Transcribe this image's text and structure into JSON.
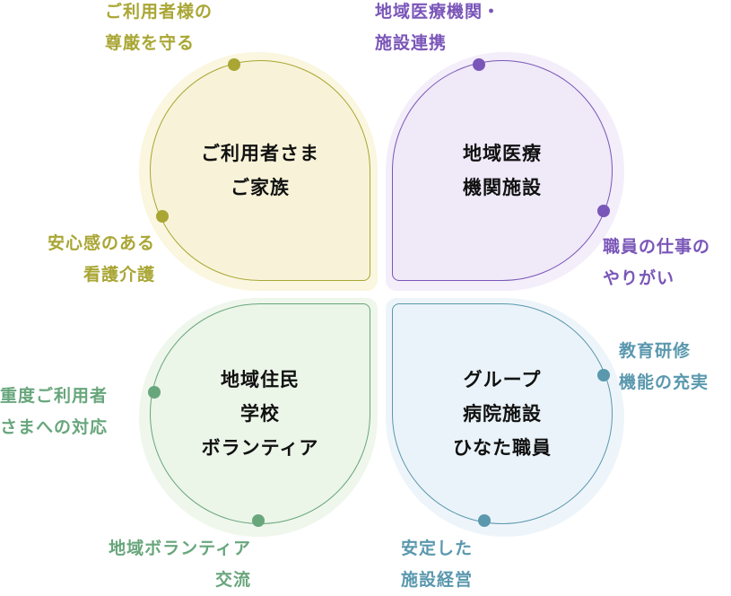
{
  "colors": {
    "yellow": "#a9a634",
    "purple": "#7a56b8",
    "green": "#68a67c",
    "blue": "#5a98ae"
  },
  "petals": {
    "family": [
      "ご利用者さま",
      "ご家族"
    ],
    "medical": [
      "地域医療",
      "機関施設"
    ],
    "community": [
      "地域住民",
      "学校",
      "ボランティア"
    ],
    "group": [
      "グループ",
      "病院施設",
      "ひなた職員"
    ]
  },
  "labels": {
    "dignity": [
      "ご利用者様の",
      "尊厳を守る"
    ],
    "nursing": [
      "安心感のある",
      "看護介護"
    ],
    "cooperation": [
      "地域医療機関・",
      "施設連携"
    ],
    "rewarding": [
      "職員の仕事の",
      "やりがい"
    ],
    "severe": [
      "重度ご利用者",
      "さまへの対応"
    ],
    "volunteer": [
      "地域ボランティア",
      "交流"
    ],
    "training": [
      "教育研修",
      "機能の充実"
    ],
    "management": [
      "安定した",
      "施設経営"
    ]
  }
}
